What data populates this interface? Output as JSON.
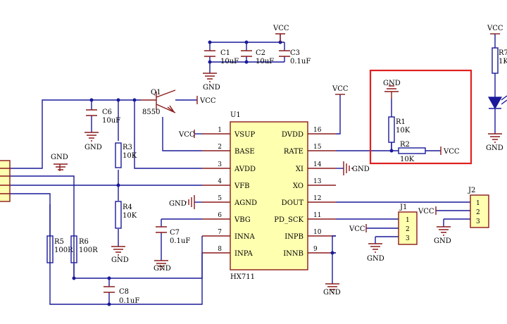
{
  "ic": {
    "ref": "U1",
    "part": "HX711",
    "left_pins": [
      {
        "num": "1",
        "name": "VSUP"
      },
      {
        "num": "2",
        "name": "BASE"
      },
      {
        "num": "3",
        "name": "AVDD"
      },
      {
        "num": "4",
        "name": "VFB"
      },
      {
        "num": "5",
        "name": "AGND"
      },
      {
        "num": "6",
        "name": "VBG"
      },
      {
        "num": "7",
        "name": "INNA"
      },
      {
        "num": "8",
        "name": "INPA"
      }
    ],
    "right_pins": [
      {
        "num": "16",
        "name": "DVDD"
      },
      {
        "num": "15",
        "name": "RATE"
      },
      {
        "num": "14",
        "name": "XI"
      },
      {
        "num": "13",
        "name": "XO"
      },
      {
        "num": "12",
        "name": "DOUT"
      },
      {
        "num": "11",
        "name": "PD_SCK"
      },
      {
        "num": "10",
        "name": "INPB"
      },
      {
        "num": "9",
        "name": "INNB"
      }
    ]
  },
  "transistor": {
    "ref": "Q1",
    "part": "8550"
  },
  "capacitors": [
    {
      "ref": "C1",
      "value": "10uF"
    },
    {
      "ref": "C2",
      "value": "10uF"
    },
    {
      "ref": "C3",
      "value": "0.1uF"
    },
    {
      "ref": "C6",
      "value": "10uF"
    },
    {
      "ref": "C7",
      "value": "0.1uF"
    },
    {
      "ref": "C8",
      "value": "0.1uF"
    }
  ],
  "resistors": [
    {
      "ref": "R1",
      "value": "10K"
    },
    {
      "ref": "R2",
      "value": "10K"
    },
    {
      "ref": "R3",
      "value": "10K"
    },
    {
      "ref": "R4",
      "value": "10K"
    },
    {
      "ref": "R5",
      "value": "100R"
    },
    {
      "ref": "R6",
      "value": "100R"
    },
    {
      "ref": "R7",
      "value": "1K"
    }
  ],
  "connectors": [
    {
      "ref": "J1",
      "pins": [
        "1",
        "2",
        "3"
      ]
    },
    {
      "ref": "J2",
      "pins": [
        "1",
        "2",
        "3"
      ]
    }
  ],
  "nets": {
    "vcc": "VCC",
    "gnd": "GND"
  },
  "highlight_color": "#e02020",
  "wire_color": "#1a1a9a",
  "symbol_color": "#8b1a1a",
  "ic_fill": "#ffffb0"
}
